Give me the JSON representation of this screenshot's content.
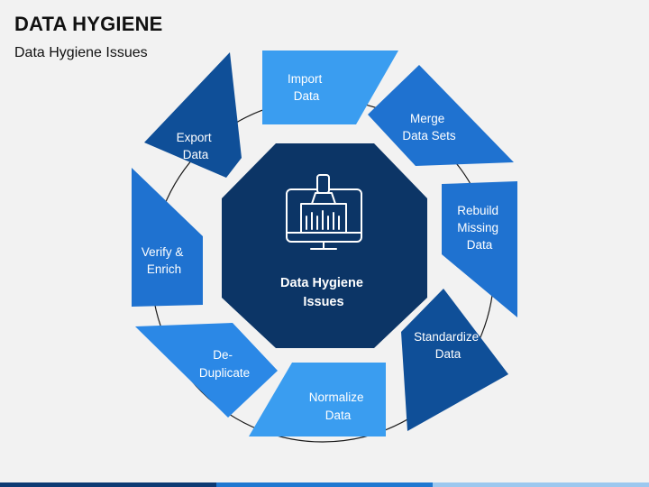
{
  "title": "DATA HYGIENE",
  "subtitle": "Data Hygiene Issues",
  "center": {
    "line1": "Data Hygiene",
    "line2": "Issues",
    "icon": "monitor-brush-icon"
  },
  "colors": {
    "light": "#3a9df0",
    "mid": "#1f72d0",
    "dark": "#0f4f98",
    "center": "#0c3566",
    "connector": "#1a1a1a"
  },
  "segments": [
    {
      "id": "import-data",
      "lines": [
        "Import",
        "Data"
      ]
    },
    {
      "id": "merge-data-sets",
      "lines": [
        "Merge",
        "Data Sets"
      ]
    },
    {
      "id": "rebuild-missing-data",
      "lines": [
        "Rebuild",
        "Missing",
        "Data"
      ]
    },
    {
      "id": "standardize-data",
      "lines": [
        "Standardize",
        "Data"
      ]
    },
    {
      "id": "normalize-data",
      "lines": [
        "Normalize",
        "Data"
      ]
    },
    {
      "id": "de-duplicate",
      "lines": [
        "De-",
        "Duplicate"
      ]
    },
    {
      "id": "verify-enrich",
      "lines": [
        "Verify &",
        "Enrich"
      ]
    },
    {
      "id": "export-data",
      "lines": [
        "Export",
        "Data"
      ]
    }
  ]
}
